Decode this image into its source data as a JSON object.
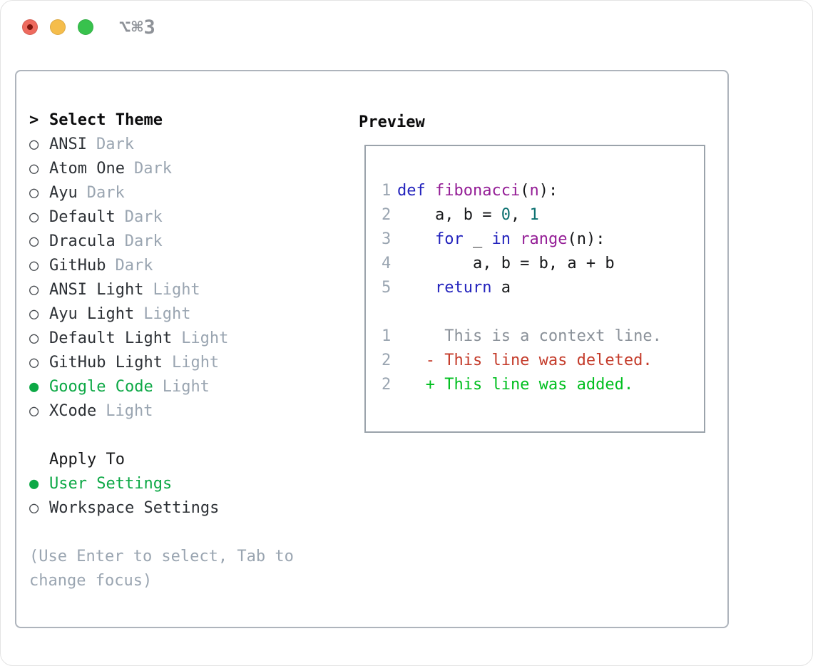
{
  "window": {
    "title": "⌥⌘3"
  },
  "colors": {
    "selected_green": "#0ca845",
    "added_green": "#00bf1f",
    "deleted_red": "#c43b2a",
    "keyword": "#2323bd",
    "function": "#941d96",
    "number": "#0b7070",
    "plain": "#17181a",
    "muted_gray": "#9aa5b1",
    "context_gray": "#8a9199",
    "bullet_gray": "#44484d"
  },
  "theme_panel": {
    "header_prefix": ">",
    "header_label": "Select Theme",
    "unselected_glyph": "○",
    "selected_glyph": "●",
    "themes": [
      {
        "name": "ANSI",
        "variant": "Dark",
        "selected": false
      },
      {
        "name": "Atom One",
        "variant": "Dark",
        "selected": false
      },
      {
        "name": "Ayu",
        "variant": "Dark",
        "selected": false
      },
      {
        "name": "Default",
        "variant": "Dark",
        "selected": false
      },
      {
        "name": "Dracula",
        "variant": "Dark",
        "selected": false
      },
      {
        "name": "GitHub",
        "variant": "Dark",
        "selected": false
      },
      {
        "name": "ANSI Light",
        "variant": "Light",
        "selected": false
      },
      {
        "name": "Ayu Light",
        "variant": "Light",
        "selected": false
      },
      {
        "name": "Default Light",
        "variant": "Light",
        "selected": false
      },
      {
        "name": "GitHub Light",
        "variant": "Light",
        "selected": false
      },
      {
        "name": "Google Code",
        "variant": "Light",
        "selected": true
      },
      {
        "name": "XCode",
        "variant": "Light",
        "selected": false
      }
    ],
    "apply_to_label": "Apply To",
    "apply_options": [
      {
        "name": "User Settings",
        "selected": true
      },
      {
        "name": "Workspace Settings",
        "selected": false
      }
    ],
    "hint": "(Use Enter to select, Tab to change focus)"
  },
  "preview": {
    "label": "Preview",
    "lines": [
      {
        "num": "1",
        "segments": [
          {
            "t": "def",
            "c": "keyword"
          },
          {
            "t": " ",
            "c": "plain"
          },
          {
            "t": "fibonacci",
            "c": "function"
          },
          {
            "t": "(",
            "c": "plain"
          },
          {
            "t": "n",
            "c": "function"
          },
          {
            "t": "):",
            "c": "plain"
          }
        ]
      },
      {
        "num": "2",
        "segments": [
          {
            "t": "    a, b = ",
            "c": "plain"
          },
          {
            "t": "0",
            "c": "number"
          },
          {
            "t": ", ",
            "c": "plain"
          },
          {
            "t": "1",
            "c": "number"
          }
        ]
      },
      {
        "num": "3",
        "segments": [
          {
            "t": "    ",
            "c": "plain"
          },
          {
            "t": "for",
            "c": "keyword"
          },
          {
            "t": " _ ",
            "c": "plain"
          },
          {
            "t": "in",
            "c": "keyword"
          },
          {
            "t": " ",
            "c": "plain"
          },
          {
            "t": "range",
            "c": "function"
          },
          {
            "t": "(n):",
            "c": "plain"
          }
        ]
      },
      {
        "num": "4",
        "segments": [
          {
            "t": "        a, b = b, a + b",
            "c": "plain"
          }
        ]
      },
      {
        "num": "5",
        "segments": [
          {
            "t": "    ",
            "c": "plain"
          },
          {
            "t": "return",
            "c": "keyword"
          },
          {
            "t": " a",
            "c": "plain"
          }
        ]
      },
      {
        "num": "",
        "segments": []
      },
      {
        "num": "1",
        "segments": [
          {
            "t": "     This is a context line.",
            "c": "context"
          }
        ]
      },
      {
        "num": "2",
        "segments": [
          {
            "t": "   - This line was deleted.",
            "c": "deleted"
          }
        ]
      },
      {
        "num": "2",
        "segments": [
          {
            "t": "   + This line was added.",
            "c": "added"
          }
        ]
      }
    ]
  }
}
